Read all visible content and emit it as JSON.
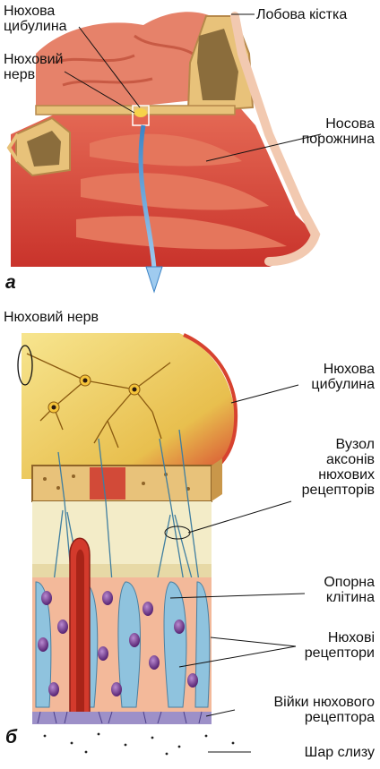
{
  "panels": {
    "a": "а",
    "b": "б"
  },
  "labels": {
    "nyukhova_tsybulyna_top": [
      "Нюхова",
      "цибулина"
    ],
    "lobova_kistka": "Лобова кістка",
    "nyukhovyi_nerv_top": [
      "Нюховий",
      "нерв"
    ],
    "nosova_porozhnyna": [
      "Носова",
      "порожнина"
    ],
    "nyukhovyi_nerv_b": "Нюховий нерв",
    "nyukhova_tsybulyna_b": [
      "Нюхова",
      "цибулина"
    ],
    "vuzol_aksoniv": [
      "Вузол",
      "аксонів",
      "нюхових",
      "рецепторів"
    ],
    "oporna_klityna": [
      "Опорна",
      "клітина"
    ],
    "nyukhovi_retseptory": [
      "Нюхові",
      "рецептори"
    ],
    "viiky": [
      "Війки нюхового",
      "рецептора"
    ],
    "shar_slyzu": "Шар слизу"
  },
  "colors": {
    "flesh": "#e05a3c",
    "bone": "#e9c27a",
    "cavity": "#c8302a",
    "bulb": "#f0d66a",
    "cell_blue": "#8fc3de",
    "cell_peach": "#f3b99a",
    "nucleus": "#6a2d86",
    "arrow": "#6aa6d6"
  }
}
